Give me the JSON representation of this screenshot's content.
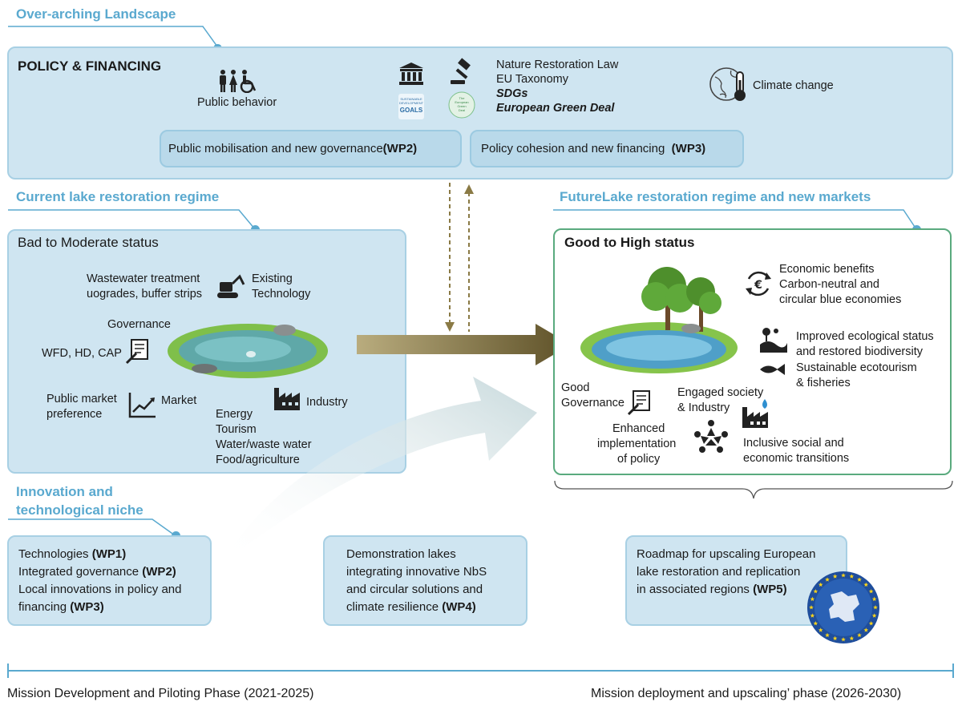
{
  "landscape": {
    "title": "Over-arching Landscape",
    "policy_heading": "POLICY & FINANCING",
    "public_behavior": "Public behavior",
    "laws": [
      "Nature Restoration Law",
      "EU Taxonomy",
      "SDGs",
      "European Green Deal"
    ],
    "climate_change": "Climate change",
    "sdg_logo_text": [
      "SUSTAINABLE",
      "DEVELOPMENT",
      "GOALS"
    ],
    "green_deal_logo_text": [
      "The",
      "European",
      "Green",
      "Deal"
    ],
    "box_wp2": {
      "text": "Public mobilisation and new governance",
      "wp": "(WP2)"
    },
    "box_wp3": {
      "text": "Policy cohesion and new financing",
      "wp": "(WP3)"
    }
  },
  "current": {
    "title": "Current lake restoration regime",
    "heading": "Bad to Moderate status",
    "wastewater": [
      "Wastewater treatment",
      "uogrades, buffer strips"
    ],
    "existing_tech": [
      "Existing",
      "Technology"
    ],
    "governance": "Governance",
    "directives": "WFD, HD, CAP",
    "public_market": [
      "Public market",
      "preference"
    ],
    "market": "Market",
    "industry": "Industry",
    "sectors": [
      "Energy",
      "Tourism",
      "Water/waste water",
      "Food/agriculture"
    ]
  },
  "future": {
    "title": "FutureLake restoration regime and new markets",
    "heading": "Good to High status",
    "economic": [
      "Economic benefits",
      "Carbon-neutral and",
      "circular blue economies"
    ],
    "ecological": [
      "Improved ecological status",
      "and restored biodiversity"
    ],
    "ecotourism": [
      "Sustainable ecotourism",
      "& fisheries"
    ],
    "good_governance": [
      "Good",
      "Governance"
    ],
    "engaged": [
      "Engaged society",
      "& Industry"
    ],
    "enhanced": [
      "Enhanced",
      "implementation",
      "of policy"
    ],
    "inclusive": [
      "Inclusive social and",
      "economic transitions"
    ]
  },
  "niche": {
    "title_lines": [
      "Innovation and",
      "technological niche"
    ],
    "wp_box1": [
      {
        "text": "Technologies ",
        "wp": "(WP1)"
      },
      {
        "text": "Integrated governance ",
        "wp": "(WP2)"
      },
      {
        "text": "Local innovations in policy and",
        "wp": ""
      },
      {
        "text": "financing ",
        "wp": "(WP3)"
      }
    ],
    "wp_box2": [
      {
        "text": "Demonstration lakes",
        "wp": ""
      },
      {
        "text": "integrating innovative NbS",
        "wp": ""
      },
      {
        "text": "and circular solutions and",
        "wp": ""
      },
      {
        "text": "climate resilience ",
        "wp": "(WP4)"
      }
    ],
    "wp_box3": [
      {
        "text": "Roadmap for upscaling European",
        "wp": ""
      },
      {
        "text": "lake restoration and replication",
        "wp": ""
      },
      {
        "text": "in associated regions ",
        "wp": "(WP5)"
      }
    ]
  },
  "timeline": {
    "phase1": "Mission Development and Piloting Phase (2021-2025)",
    "phase2": "Mission deployment and upscaling’ phase (2026-2030)"
  },
  "colors": {
    "accent": "#5aa9cf",
    "panel": "#cfe5f1",
    "subbox": "#b9d9ea",
    "good_border": "#5aaa7e",
    "arrow_dark": "#6f6135",
    "eu_blue": "#1f4e9c",
    "eu_star": "#f6d21c"
  },
  "icons": [
    "people-accessibility-icon",
    "institution-icon",
    "gavel-icon",
    "globe-icon",
    "thermometer-icon",
    "excavator-icon",
    "document-pen-icon",
    "chart-icon",
    "factory-icon",
    "euro-cycle-icon",
    "ecosystem-icon",
    "fish-icon",
    "handshake-people-icon",
    "factory-water-icon",
    "eu-stars-icon"
  ]
}
